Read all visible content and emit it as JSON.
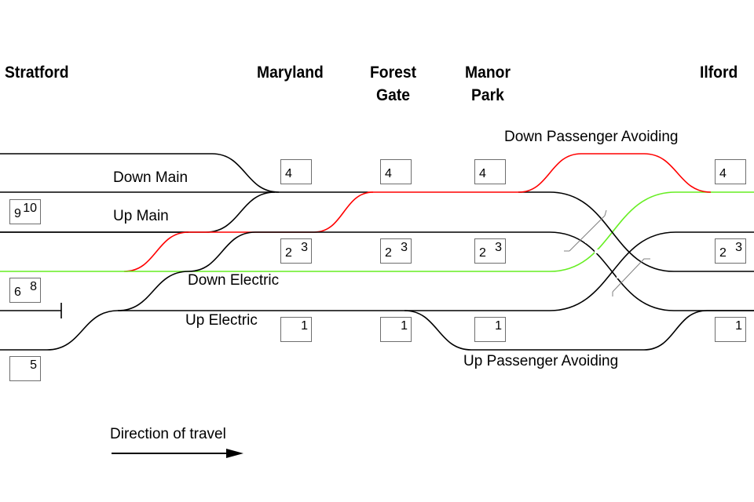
{
  "diagram": {
    "type": "railway track layout",
    "stations": [
      {
        "id": "stratford",
        "lines": [
          "Stratford"
        ]
      },
      {
        "id": "maryland",
        "lines": [
          "Maryland"
        ]
      },
      {
        "id": "forest-gate",
        "lines": [
          "Forest",
          "Gate"
        ]
      },
      {
        "id": "manor-park",
        "lines": [
          "Manor",
          "Park"
        ]
      },
      {
        "id": "ilford",
        "lines": [
          "Ilford"
        ]
      }
    ],
    "track_labels": {
      "down_main": "Down Main",
      "up_main": "Up Main",
      "down_electric": "Down Electric",
      "up_electric": "Up Electric",
      "down_passenger_avoiding": "Down Passenger Avoiding",
      "up_passenger_avoiding": "Up Passenger Avoiding"
    },
    "platforms": [
      {
        "station": "stratford",
        "numbers": [
          "9",
          "10"
        ]
      },
      {
        "station": "stratford",
        "numbers": [
          "6",
          "8"
        ]
      },
      {
        "station": "stratford",
        "numbers": [
          "",
          "5"
        ]
      },
      {
        "station": "maryland",
        "numbers": [
          "4",
          ""
        ]
      },
      {
        "station": "maryland",
        "numbers": [
          "2",
          "3"
        ]
      },
      {
        "station": "maryland",
        "numbers": [
          "",
          "1"
        ]
      },
      {
        "station": "forest-gate",
        "numbers": [
          "4",
          ""
        ]
      },
      {
        "station": "forest-gate",
        "numbers": [
          "2",
          "3"
        ]
      },
      {
        "station": "forest-gate",
        "numbers": [
          "",
          "1"
        ]
      },
      {
        "station": "manor-park",
        "numbers": [
          "4",
          ""
        ]
      },
      {
        "station": "manor-park",
        "numbers": [
          "2",
          "3"
        ]
      },
      {
        "station": "manor-park",
        "numbers": [
          "",
          "1"
        ]
      },
      {
        "station": "ilford",
        "numbers": [
          "4",
          ""
        ]
      },
      {
        "station": "ilford",
        "numbers": [
          "2",
          "3"
        ]
      },
      {
        "station": "ilford",
        "numbers": [
          "",
          "1"
        ]
      }
    ],
    "route_colors": {
      "track": "#000000",
      "red_route": "#ff0000",
      "green_route": "#66ee22",
      "bridge": "#808080",
      "platform_border": "#6e6e6e"
    },
    "legend": {
      "direction_label": "Direction of travel",
      "arrow": "right-arrow"
    }
  }
}
